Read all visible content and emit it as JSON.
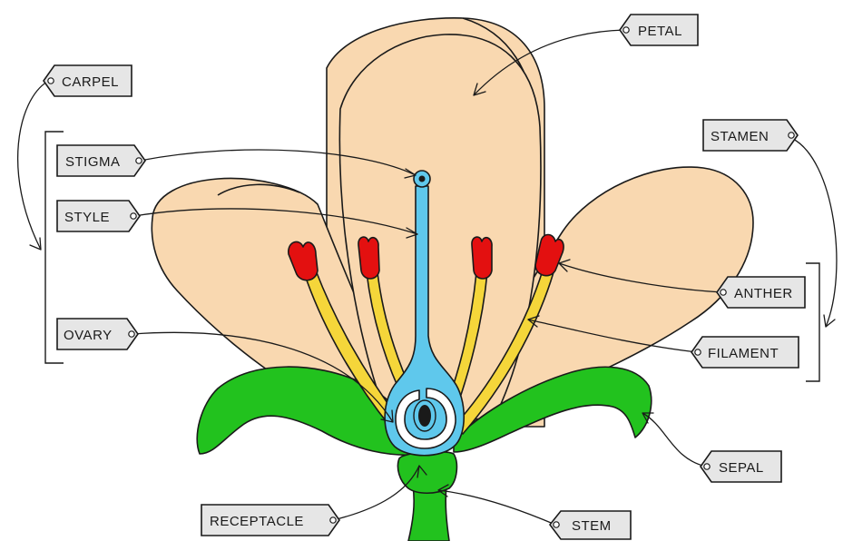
{
  "colors": {
    "petal": "#f9d8b0",
    "sepal": "#22c21e",
    "stem": "#22c21e",
    "carpel": "#5fc8ec",
    "anther": "#e31010",
    "filament": "#f5d63a",
    "tag_fill": "#e6e6e6",
    "line": "#1a1a1a"
  },
  "labels": {
    "petal": "PETAL",
    "carpel": "CARPEL",
    "stigma": "STIGMA",
    "style": "STYLE",
    "ovary": "OVARY",
    "stamen": "STAMEN",
    "anther": "ANTHER",
    "filament": "FILAMENT",
    "sepal": "SEPAL",
    "receptacle": "RECEPTACLE",
    "stem": "STEM"
  }
}
